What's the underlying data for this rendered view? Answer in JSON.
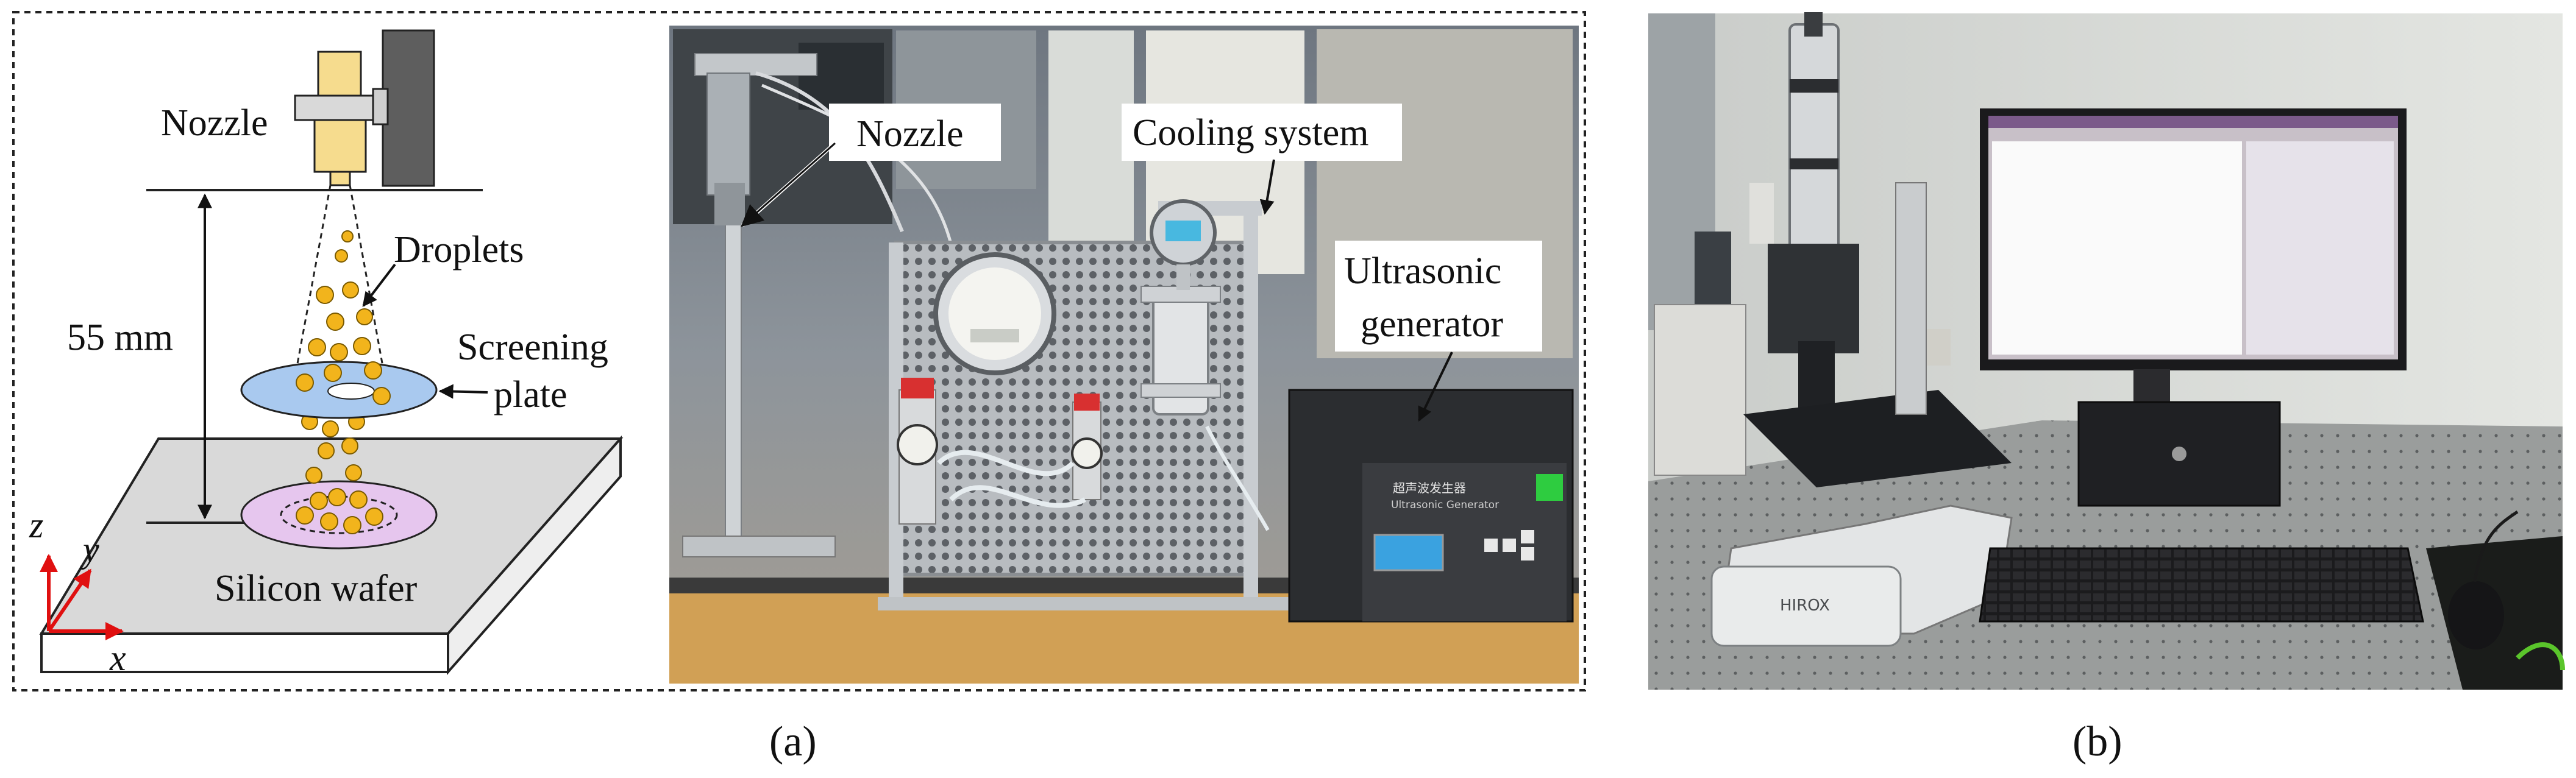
{
  "schematic": {
    "nozzle_label": "Nozzle",
    "droplets_label": "Droplets",
    "distance_label": "55 mm",
    "screening_label_line1": "Screening",
    "screening_label_line2": "plate",
    "wafer_label": "Silicon wafer",
    "axis_z": "z",
    "axis_y": "y",
    "axis_x": "x"
  },
  "photo_a": {
    "nozzle_callout": "Nozzle",
    "cooling_callout": "Cooling system",
    "generator_callout_line1": "Ultrasonic",
    "generator_callout_line2": "generator",
    "generator_panel_cn": "超声波发生器",
    "generator_panel_en": "Ultrasonic Generator"
  },
  "photo_b": {
    "microscope_brand": "HIROX"
  },
  "captions": {
    "a": "(a)",
    "b": "(b)"
  },
  "colors": {
    "droplet": "#f2b41c",
    "nozzle_body": "#f6dc8e",
    "screen_plate": "#a9c9ef",
    "wafer_disk": "#e6c6ee",
    "block": "#d9d9d9",
    "axis_red": "#e01010"
  }
}
